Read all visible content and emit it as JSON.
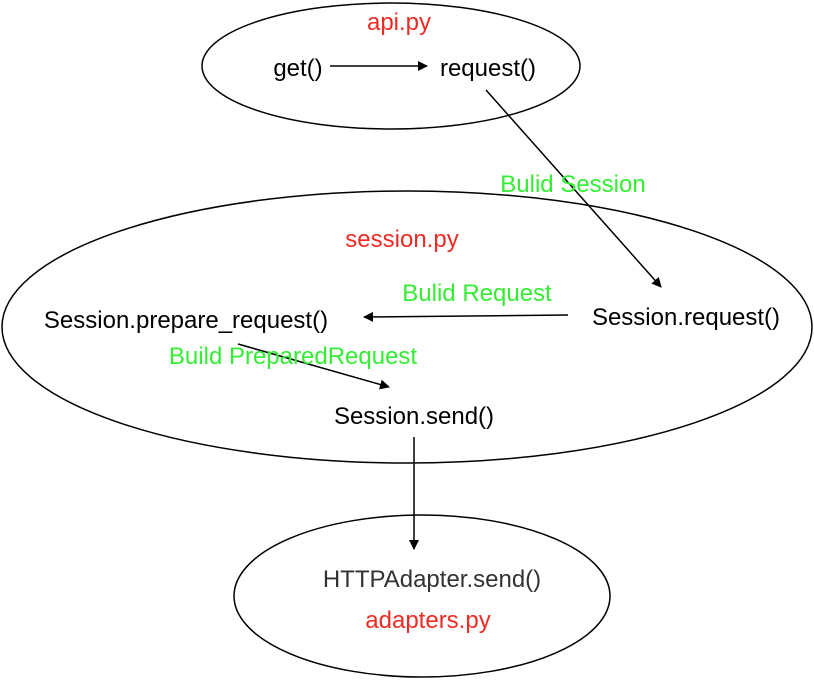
{
  "colors": {
    "stroke": "#000000",
    "module_label": "#ee2b24",
    "edge_label": "#33ee33",
    "node_text": "#000000",
    "adapter_text": "#333333"
  },
  "modules": {
    "api": {
      "label": "api.py"
    },
    "session": {
      "label": "session.py"
    },
    "adapters": {
      "label": "adapters.py"
    }
  },
  "nodes": {
    "get": "get()",
    "request": "request()",
    "session_request": "Session.request()",
    "session_prepare_request": "Session.prepare_request()",
    "session_send": "Session.send()",
    "httpadapter_send": "HTTPAdapter.send()"
  },
  "edges": {
    "build_session": "Bulid Session",
    "build_request": "Bulid Request",
    "build_prepared_request": "Build PreparedRequest"
  }
}
